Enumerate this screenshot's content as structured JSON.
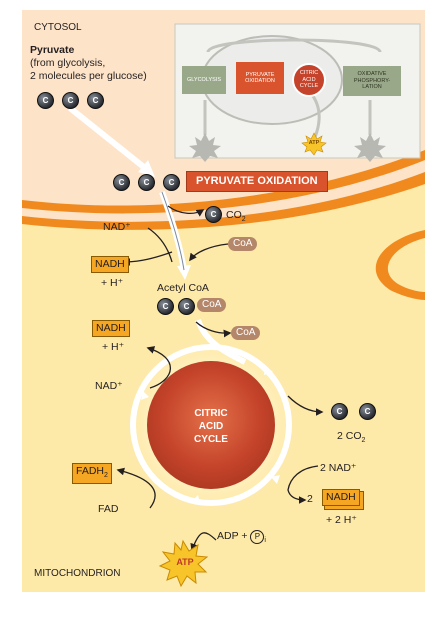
{
  "labels": {
    "cytosol": "CYTOSOL",
    "pyruvate_title": "Pyruvate",
    "pyruvate_sub1": "(from glycolysis,",
    "pyruvate_sub2": "2 molecules per glucose)",
    "pyruvate_oxidation": "PYRUVATE OXIDATION",
    "co2": "CO",
    "co2_sub": "2",
    "nad_plus_1": "NAD⁺",
    "coa_1": "CoA",
    "nadh_1": "NADH",
    "h_plus_1": "+ H⁺",
    "acetyl_coa": "Acetyl CoA",
    "coa_acetyl": "CoA",
    "nadh_2": "NADH",
    "h_plus_2": "+ H⁺",
    "coa_2": "CoA",
    "nad_plus_2": "NAD⁺",
    "cycle_line1": "CITRIC",
    "cycle_line2": "ACID",
    "cycle_line3": "CYCLE",
    "two_co2": "2 CO",
    "two_co2_sub": "2",
    "two_nad": "2 NAD⁺",
    "two_nadh_num": "2",
    "nadh_3": "NADH",
    "two_h": "+ 2 H⁺",
    "fadh2": "FADH",
    "fadh2_sub": "2",
    "fad": "FAD",
    "adp_pi": "ADP + ",
    "pi_p": "P",
    "pi_i": "i",
    "atp": "ATP",
    "mitochondrion": "MITOCHONDRION",
    "carbon": "C"
  },
  "inset": {
    "glycolysis": "GLYCOLYSIS",
    "pyruvate_oxidation_1": "PYRUVATE",
    "pyruvate_oxidation_2": "OXIDATION",
    "citric_1": "CITRIC",
    "citric_2": "ACID",
    "citric_3": "CYCLE",
    "oxphos_1": "OXIDATIVE",
    "oxphos_2": "PHOSPHORY-",
    "oxphos_3": "LATION",
    "atp": "ATP"
  },
  "colors": {
    "cytosol_bg": "#fde3c8",
    "matrix_bg": "#fde9a8",
    "membrane": "#f08a1f",
    "nadh_box": "#f5a623",
    "banner": "#d9532d",
    "coa": "#b5876a",
    "cycle_core": "#c9442a"
  }
}
